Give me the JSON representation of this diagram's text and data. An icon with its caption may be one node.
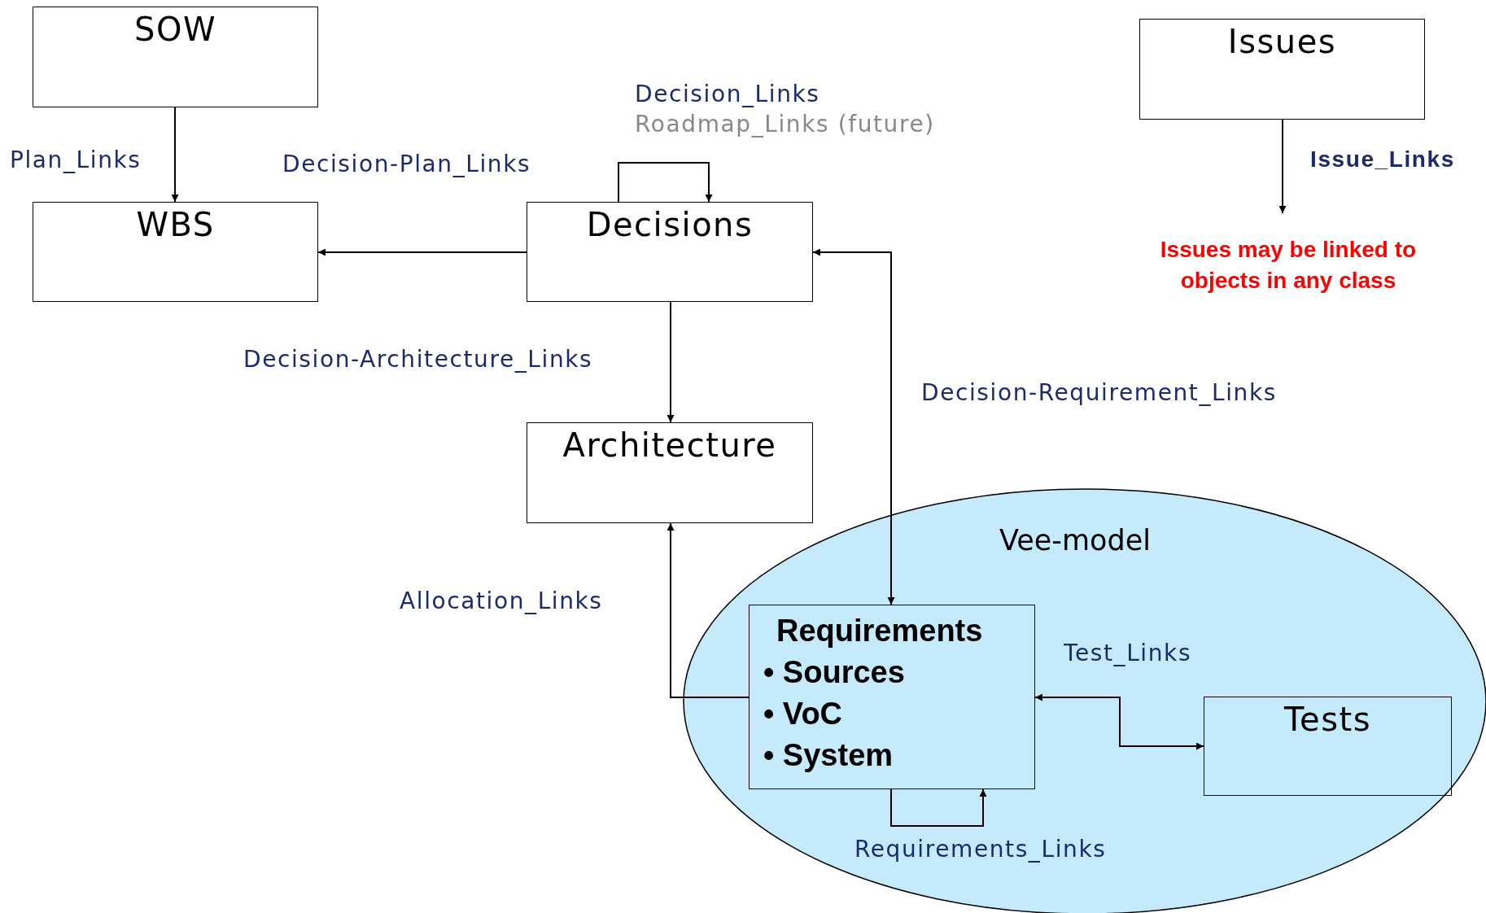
{
  "diagram": {
    "nodes": [
      {
        "text": [
          "SOW"
        ]
      },
      {
        "text": [
          "WBS"
        ]
      },
      {
        "text": [
          "Decisions"
        ]
      },
      {
        "text": [
          "Architecture"
        ]
      },
      {
        "text": [
          "Issues"
        ]
      },
      {
        "text": [
          "Issues may be linked to objects in any class"
        ]
      },
      {
        "text": [
          "Vee-model"
        ]
      },
      {
        "text": [
          "Requirements",
          "• Sources",
          "• VoC",
          "• System"
        ],
        "in": 6
      },
      {
        "text": [
          "Tests"
        ],
        "in": 6
      }
    ],
    "edges": [
      {
        "from": 0,
        "to": 1,
        "arrow": "to",
        "label": "Plan_Links"
      },
      {
        "from": 2,
        "to": 1,
        "arrow": "to",
        "label": "Decision-Plan_Links"
      },
      {
        "from": 2,
        "to": 2,
        "arrow": "to",
        "label": "Decision_Links"
      },
      {
        "from": 2,
        "to": 3,
        "arrow": "to",
        "label": "Decision-Architecture_Links"
      },
      {
        "from": 2,
        "to": 7,
        "arrow": "both",
        "label": "Decision-Requirement_Links"
      },
      {
        "from": 7,
        "to": 3,
        "arrow": "to",
        "label": "Allocation_Links"
      },
      {
        "from": 7,
        "to": 8,
        "arrow": "both",
        "label": "Test_Links"
      },
      {
        "from": 7,
        "to": 7,
        "arrow": "to",
        "label": "Requirements_Links"
      },
      {
        "from": 4,
        "to": 5,
        "arrow": "to",
        "label": "Issue_Links"
      }
    ],
    "labels": [
      "Roadmap_Links (future)"
    ]
  }
}
